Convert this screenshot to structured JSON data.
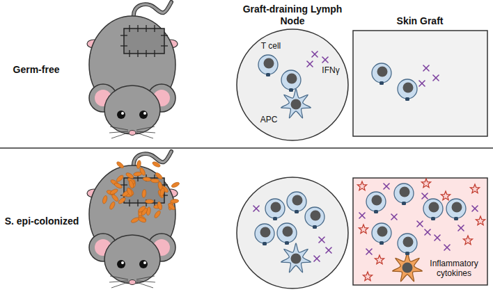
{
  "diagram": {
    "nodes": [
      {
        "text": [
          "Graft-draining Lymph Node",
          "T cell",
          "IFNγ",
          "APC"
        ]
      },
      {
        "text": [
          "Skin Graft"
        ]
      },
      {
        "text": [
          "Inflammatory cytokines"
        ]
      }
    ],
    "labels": [
      "Germ-free",
      "S. epi-colonized"
    ]
  }
}
